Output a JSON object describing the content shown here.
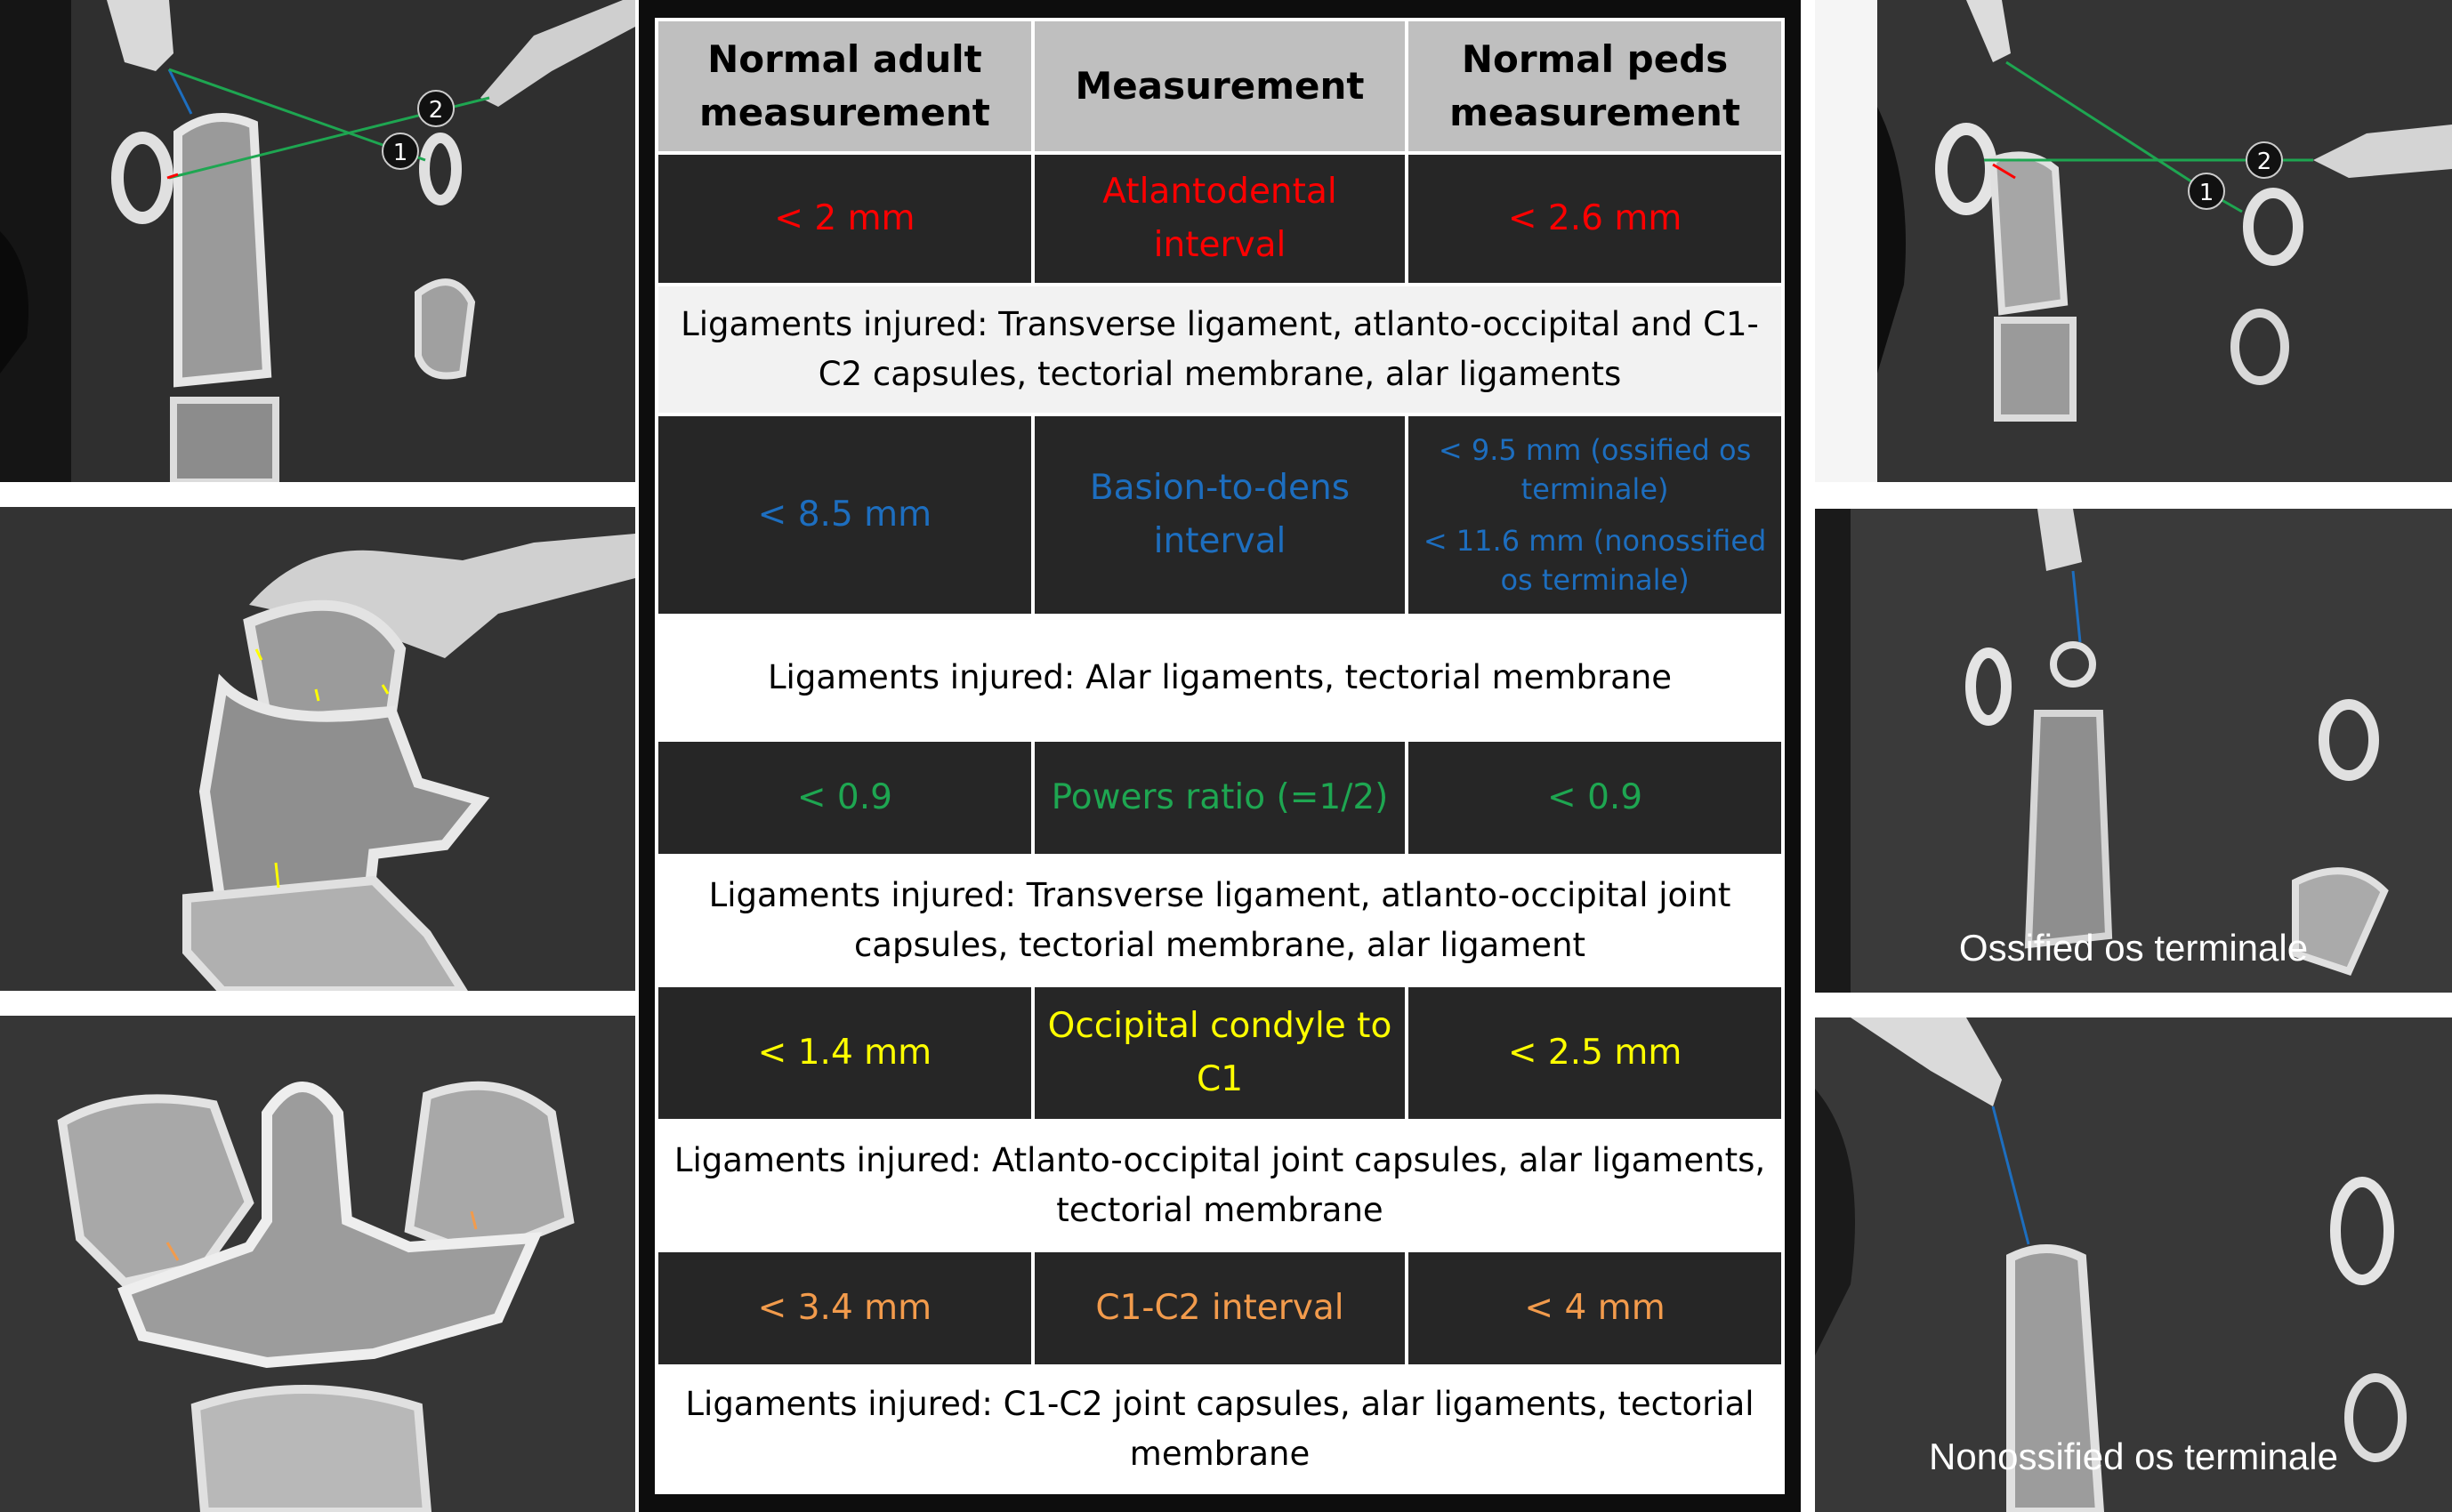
{
  "table": {
    "headers": [
      "Normal adult measurement",
      "Measurement",
      "Normal peds measurement"
    ],
    "rows": [
      {
        "adult": "< 2 mm",
        "measurement": "Atlantodental interval",
        "peds": "< 2.6 mm",
        "color": "#ff0000",
        "ligaments": "Ligaments injured: Transverse ligament, atlanto-occipital and C1-C2 capsules, tectorial membrane, alar ligaments"
      },
      {
        "adult": "< 8.5 mm",
        "measurement": "Basion-to-dens interval",
        "peds_ossified": "< 9.5 mm (ossified os terminale)",
        "peds_nonossified": "< 11.6 mm (nonossified os terminale)",
        "color": "#1d6ebf",
        "ligaments": "Ligaments injured: Alar ligaments, tectorial membrane"
      },
      {
        "adult": "< 0.9",
        "measurement": "Powers ratio (=1/2)",
        "peds": "< 0.9",
        "color": "#1ea651",
        "ligaments": "Ligaments injured: Transverse ligament, atlanto-occipital joint capsules, tectorial  membrane, alar ligament"
      },
      {
        "adult": "< 1.4 mm",
        "measurement": "Occipital condyle to C1",
        "peds": "< 2.5 mm",
        "color": "#ffff00",
        "ligaments": "Ligaments injured: Atlanto-occipital joint capsules, alar ligaments, tectorial membrane"
      },
      {
        "adult": "< 3.4 mm",
        "measurement": "C1-C2 interval",
        "peds": "< 4 mm",
        "color": "#f29b4c",
        "ligaments": "Ligaments injured: C1-C2 joint capsules, alar ligaments, tectorial membrane"
      }
    ]
  },
  "panels": {
    "adult_powers_markers": [
      "1",
      "2"
    ],
    "peds_powers_markers": [
      "1",
      "2"
    ],
    "ossified_caption": "Ossified os terminale",
    "nonossified_caption": "Nonossified os terminale"
  },
  "colors": {
    "adi": "#ff0000",
    "bdi": "#1d6ebf",
    "powers": "#1ea651",
    "condyle": "#ffff00",
    "c1c2": "#f29b4c"
  }
}
